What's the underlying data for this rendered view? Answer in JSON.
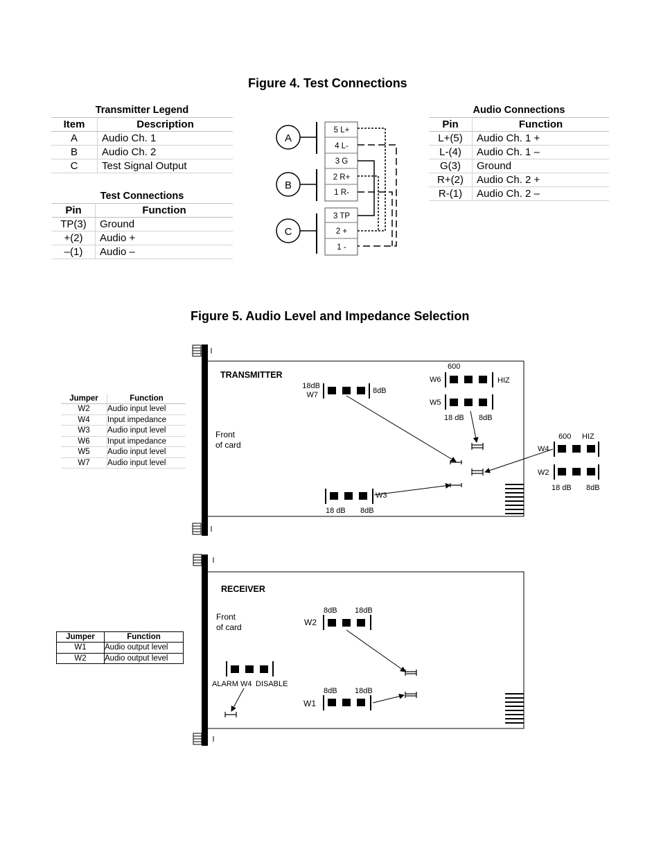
{
  "figure4": {
    "title": "Figure 4.  Test Connections",
    "transmitter_legend": {
      "title": "Transmitter Legend",
      "headers": [
        "Item",
        "Description"
      ],
      "rows": [
        [
          "A",
          "Audio Ch. 1"
        ],
        [
          "B",
          "Audio Ch. 2"
        ],
        [
          "C",
          "Test Signal Output"
        ]
      ]
    },
    "test_connections": {
      "title": "Test Connections",
      "headers": [
        "Pin",
        "Function"
      ],
      "rows": [
        [
          "TP(3)",
          "Ground"
        ],
        [
          "+(2)",
          "Audio +"
        ],
        [
          "–(1)",
          "Audio –"
        ]
      ]
    },
    "audio_connections": {
      "title": "Audio Connections",
      "headers": [
        "Pin",
        "Function"
      ],
      "rows": [
        [
          "L+(5)",
          "Audio Ch. 1 +"
        ],
        [
          "L-(4)",
          "Audio Ch. 1 –"
        ],
        [
          "G(3)",
          "Ground"
        ],
        [
          "R+(2)",
          "Audio Ch. 2 +"
        ],
        [
          "R-(1)",
          "Audio Ch. 2 –"
        ]
      ]
    },
    "connectors": [
      "A",
      "B",
      "C"
    ],
    "terminals_top": [
      "5 L+",
      "4 L-",
      "3 G",
      "2 R+",
      "1 R-"
    ],
    "terminals_bottom": [
      "3 TP",
      "2 +",
      "1 -"
    ]
  },
  "figure5": {
    "title": "Figure 5. Audio Level and Impedance Selection",
    "transmitter_table": {
      "headers": [
        "Jumper",
        "Function"
      ],
      "rows": [
        [
          "W2",
          "Audio input level"
        ],
        [
          "W4",
          "Input impedance"
        ],
        [
          "W3",
          "Audio input level"
        ],
        [
          "W6",
          "Input impedance"
        ],
        [
          "W5",
          "Audio input level"
        ],
        [
          "W7",
          "Audio input level"
        ]
      ]
    },
    "receiver_table": {
      "headers": [
        "Jumper",
        "Function"
      ],
      "rows": [
        [
          "W1",
          "Audio output level"
        ],
        [
          "W2",
          "Audio output level"
        ]
      ]
    },
    "transmitter": {
      "label": "TRANSMITTER",
      "front_of_card": [
        "Front",
        "of card"
      ],
      "w7": {
        "name": "W7",
        "left": "18dB",
        "right": "8dB"
      },
      "w6": {
        "name": "W6",
        "top": "600",
        "right": "HIZ"
      },
      "w5": {
        "name": "W5",
        "bottom_left": "18 dB",
        "bottom_right": "8dB"
      },
      "w4": {
        "name": "W4",
        "top_left": "600",
        "top_right": "HIZ"
      },
      "w2": {
        "name": "W2",
        "bottom_left": "18 dB",
        "bottom_right": "8dB"
      },
      "w3": {
        "name": "W3",
        "bottom_left": "18 dB",
        "bottom_right": "8dB"
      }
    },
    "receiver": {
      "label": "RECEIVER",
      "front_of_card": [
        "Front",
        "of card"
      ],
      "w2": {
        "name": "W2",
        "top_left": "8dB",
        "top_right": "18dB"
      },
      "w1": {
        "name": "W1",
        "top_left": "8dB",
        "top_right": "18dB"
      },
      "w4": {
        "name": "W4",
        "left": "ALARM",
        "right": "DISABLE"
      }
    }
  }
}
